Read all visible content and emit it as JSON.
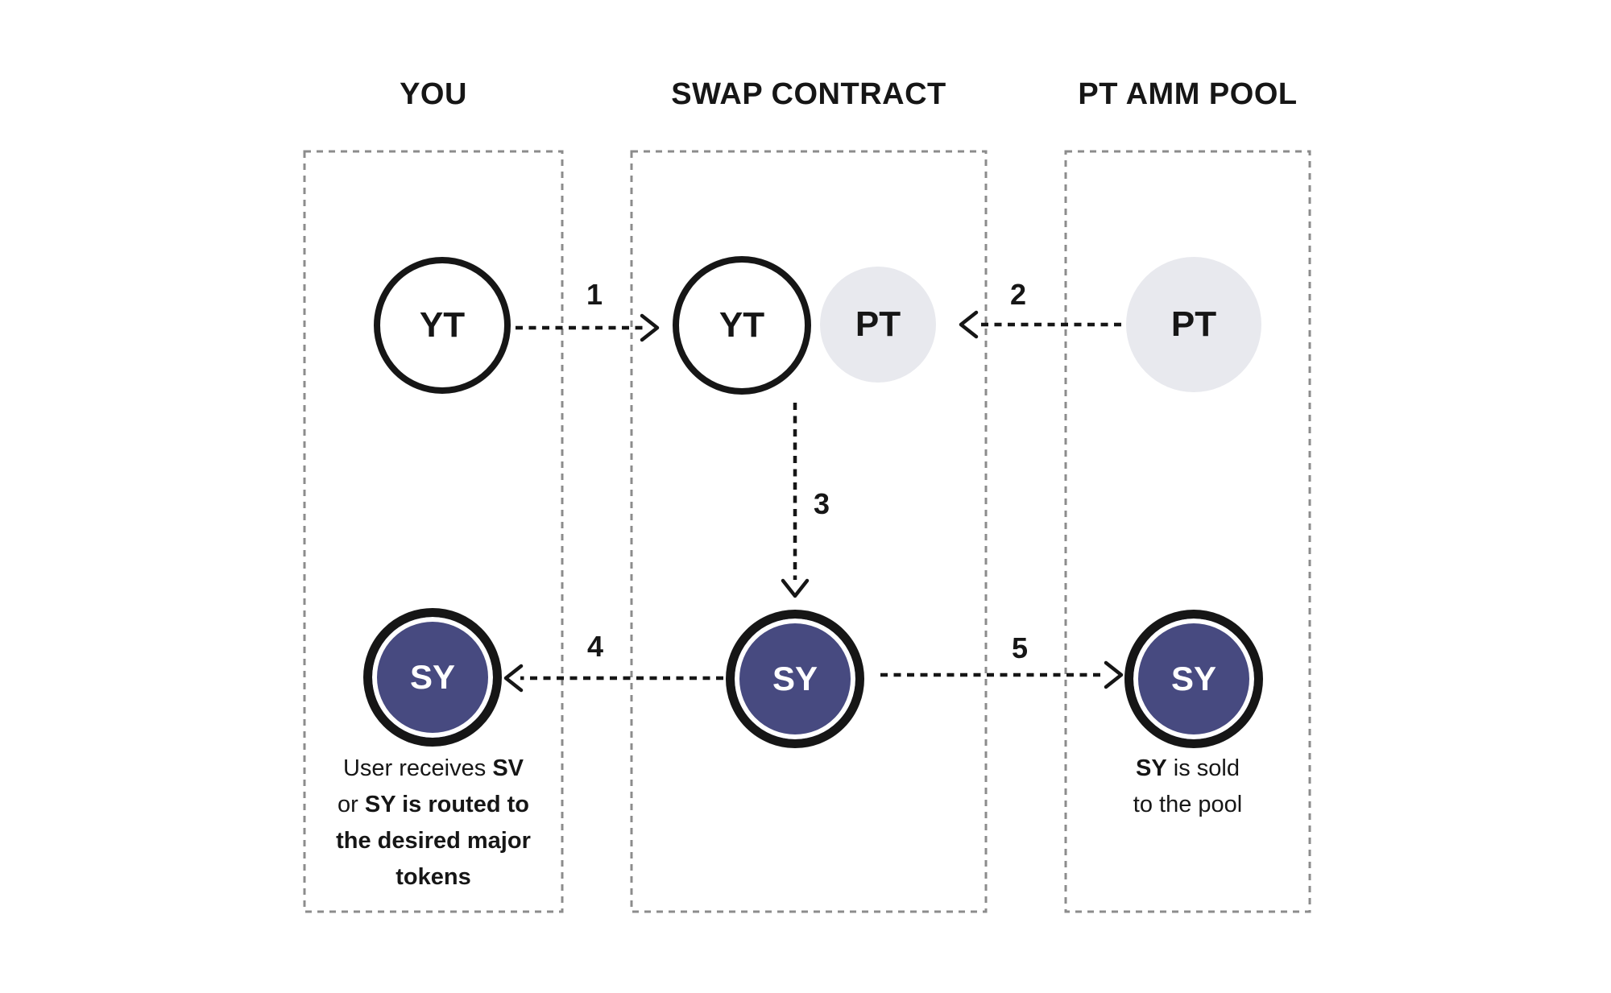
{
  "diagram": {
    "lanes": [
      {
        "id": "you",
        "title": "YOU"
      },
      {
        "id": "swap-contract",
        "title": "SWAP CONTRACT"
      },
      {
        "id": "pt-amm-pool",
        "title": "PT AMM POOL"
      }
    ],
    "tokens": {
      "you_yt": "YT",
      "swap_yt": "YT",
      "swap_pt": "PT",
      "pool_pt": "PT",
      "you_sy": "SY",
      "swap_sy": "SY",
      "pool_sy": "SY"
    },
    "steps": [
      "1",
      "2",
      "3",
      "4",
      "5"
    ],
    "captions": {
      "you_lines": [
        [
          {
            "t": "User receives ",
            "b": false
          },
          {
            "t": "SV",
            "b": true
          }
        ],
        [
          {
            "t": "or ",
            "b": false
          },
          {
            "t": "SY is routed to",
            "b": true
          }
        ],
        [
          {
            "t": "the desired major",
            "b": true
          }
        ],
        [
          {
            "t": "tokens",
            "b": true
          }
        ]
      ],
      "pool_lines": [
        [
          {
            "t": "SY",
            "b": true
          },
          {
            "t": " is sold",
            "b": false
          }
        ],
        [
          {
            "t": "to the pool",
            "b": false
          }
        ]
      ]
    },
    "colors": {
      "ink": "#161616",
      "token_blue": "#474a80",
      "token_gray": "#e8e9ee",
      "dash_gray": "#8c8c8c",
      "background": "#ffffff",
      "sy_text": "#ffffff"
    }
  }
}
